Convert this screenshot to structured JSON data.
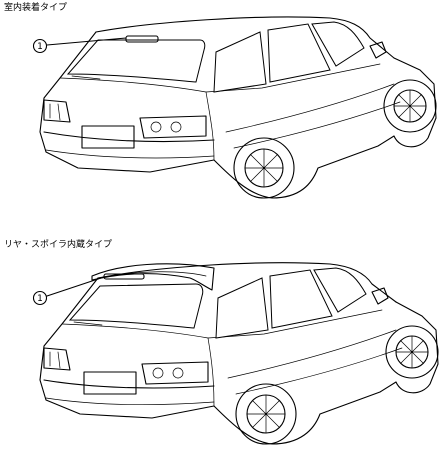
{
  "figures": [
    {
      "caption": "室内装着タイプ",
      "callout": "1"
    },
    {
      "caption": "リヤ・スポイラ内蔵タイプ",
      "callout": "1"
    }
  ]
}
